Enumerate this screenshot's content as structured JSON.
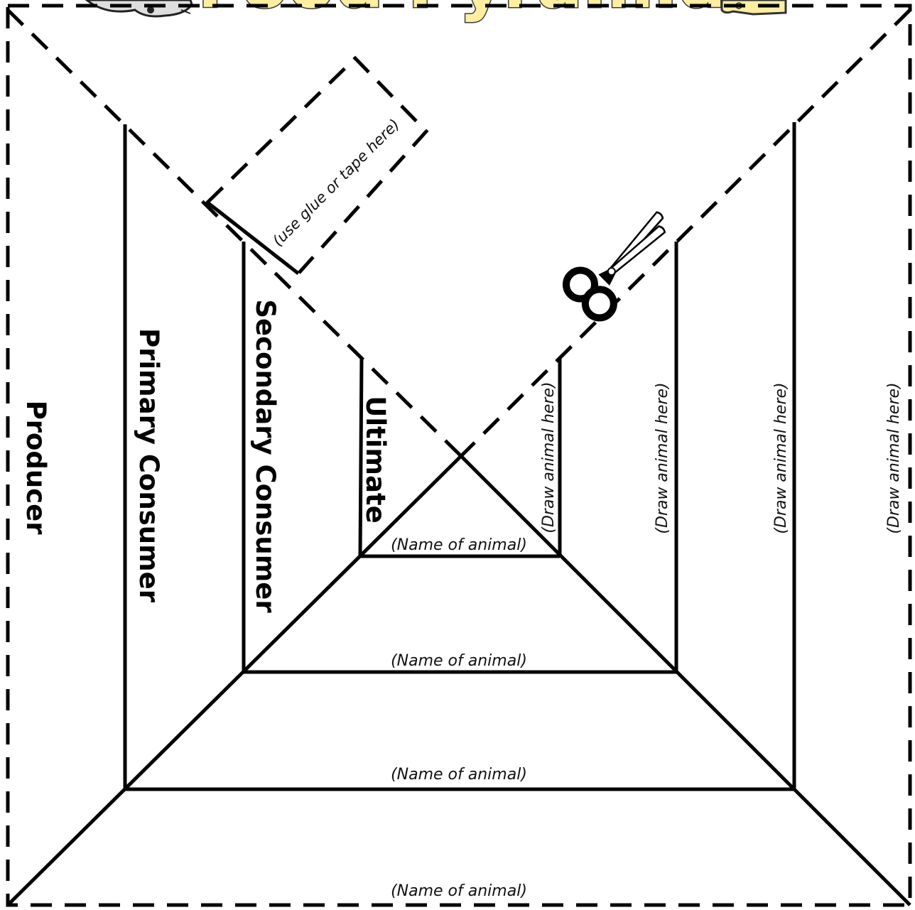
{
  "title": "Food Pyramid",
  "levels": {
    "producer": "Producer",
    "primary": "Primary Consumer",
    "secondary": "Secondary Consumer",
    "ultimate": "Ultimate"
  },
  "hints": {
    "name_of_animal": "(Name of animal)",
    "draw_animal_here": "(Draw animal here)",
    "glue_or_tape": "(use glue or tape here)"
  },
  "icons": {
    "scissors": "scissors-icon",
    "mouse": "mouse-icon",
    "cheese": "cheese-icon"
  },
  "colors": {
    "title_fill": "#fdeea0",
    "line": "#000000"
  }
}
